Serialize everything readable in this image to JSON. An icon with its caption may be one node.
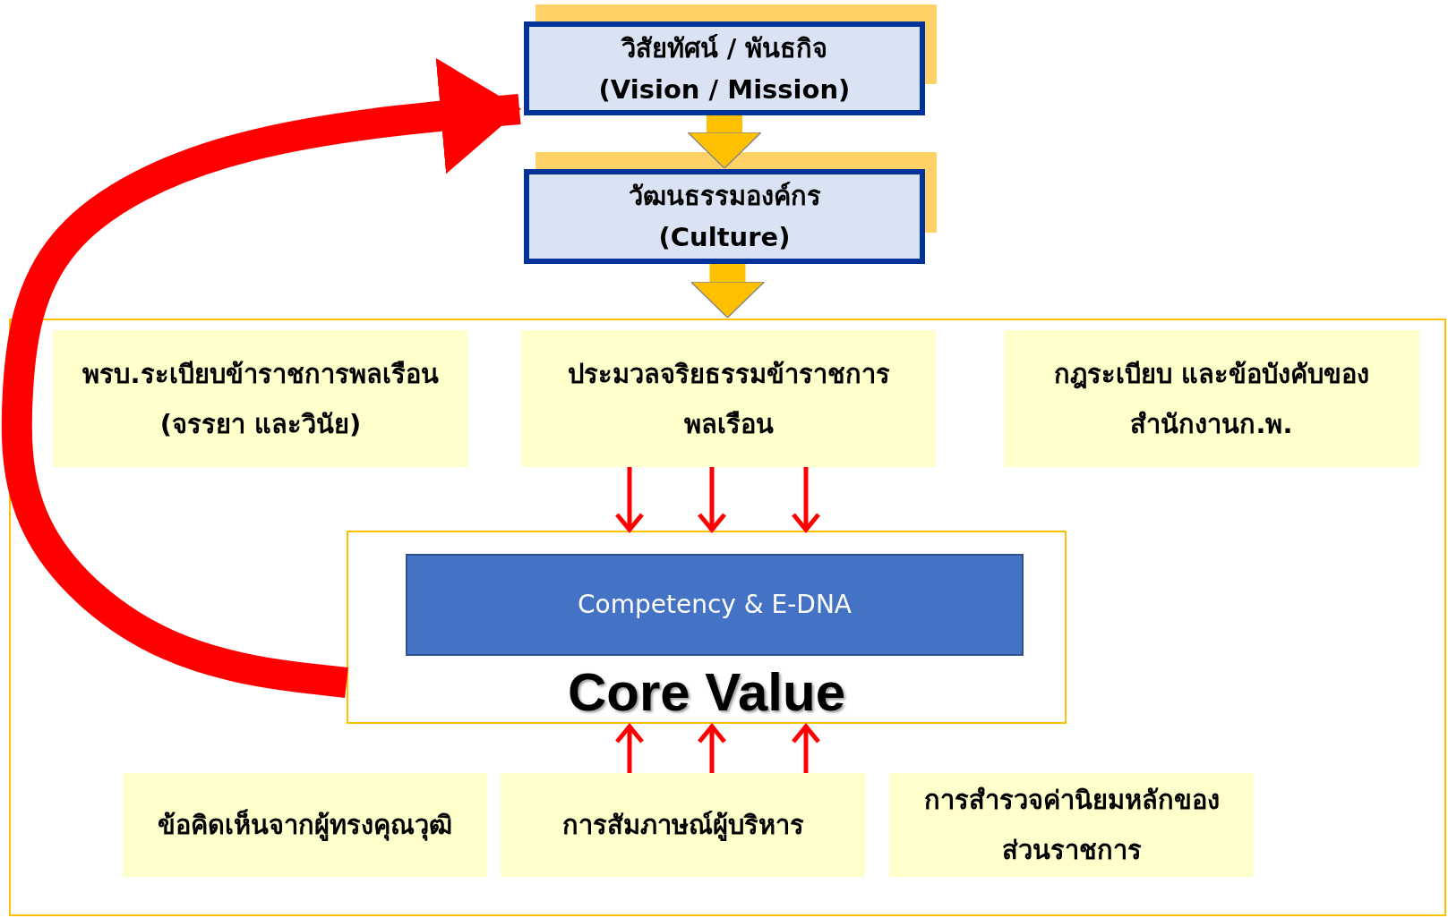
{
  "diagram": {
    "nodes": [
      {
        "text": [
          "วิสัยทัศน์ / พันธกิจ",
          "(Vision / Mission)"
        ]
      },
      {
        "text": [
          "วัฒนธรรมองค์กร",
          "(Culture)"
        ]
      },
      {
        "text": [],
        "shape": "box"
      },
      {
        "text": [
          "พรบ.ระเบียบข้าราชการพลเรือน (จรรยา และวินัย)"
        ],
        "in": 2
      },
      {
        "text": [
          "ประมวลจริยธรรมข้าราชการพลเรือน"
        ],
        "in": 2
      },
      {
        "text": [
          "กฎระเบียบ และข้อบังคับของสำนักงานก.พ."
        ],
        "in": 2
      },
      {
        "text": [
          "Core Value"
        ],
        "in": 2
      },
      {
        "text": [
          "Competency & E-DNA"
        ],
        "in": 6
      },
      {
        "text": [
          "ข้อคิดเห็นจากผู้ทรงคุณวุฒิ"
        ],
        "in": 2
      },
      {
        "text": [
          "การสัมภาษณ์ผู้บริหาร"
        ],
        "in": 2
      },
      {
        "text": [
          "การสำรวจค่านิยมหลักของส่วนราชการ"
        ],
        "in": 2
      }
    ],
    "edges": [
      {
        "from": 0,
        "to": 1,
        "arrow": "to",
        "style": "thick",
        "color": "#ffc000"
      },
      {
        "from": 1,
        "to": 2,
        "arrow": "to",
        "style": "thick",
        "color": "#ffc000"
      },
      {
        "from": 4,
        "to": 6,
        "arrow": "to"
      },
      {
        "from": 4,
        "to": 6,
        "arrow": "to"
      },
      {
        "from": 4,
        "to": 6,
        "arrow": "to"
      },
      {
        "from": 9,
        "to": 6,
        "arrow": "to"
      },
      {
        "from": 9,
        "to": 6,
        "arrow": "to"
      },
      {
        "from": 9,
        "to": 6,
        "arrow": "to"
      },
      {
        "from": 6,
        "to": 0,
        "arrow": "to",
        "style": "thick"
      }
    ]
  }
}
